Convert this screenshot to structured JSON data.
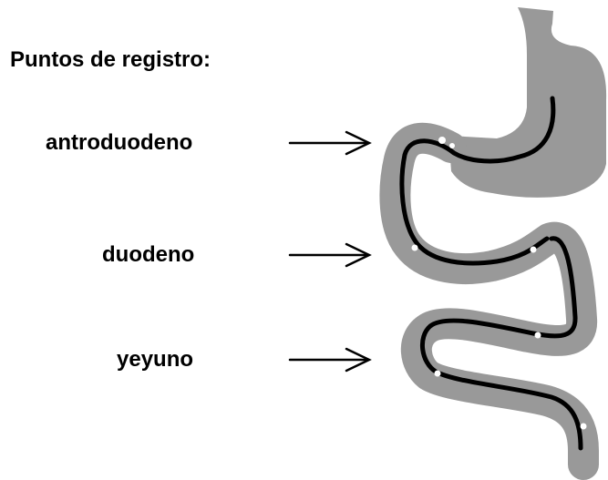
{
  "diagram": {
    "heading": "Puntos de registro:",
    "points": [
      {
        "label": "antroduodeno"
      },
      {
        "label": "duodeno"
      },
      {
        "label": "yeyuno"
      }
    ],
    "colors": {
      "organ": "#999999",
      "catheter": "#000000",
      "text": "#000000",
      "background": "#ffffff"
    }
  }
}
